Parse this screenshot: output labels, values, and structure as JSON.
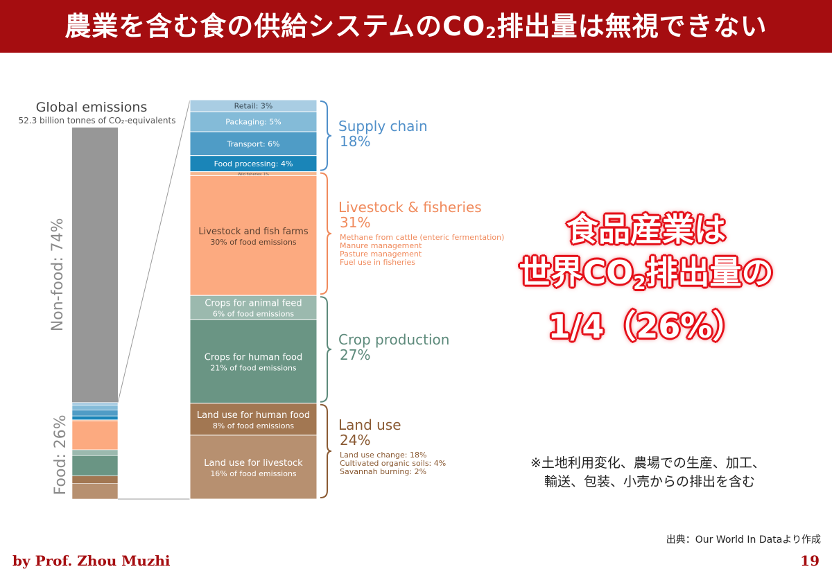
{
  "slide": {
    "title_pre": "農業を含む食の供給システムのCO",
    "title_sub": "2",
    "title_post": "排出量は無視できない",
    "callout_line1": "食品産業は",
    "callout_line2_pre": "世界CO",
    "callout_line2_sub": "2",
    "callout_line2_post": "排出量の",
    "callout_line3": "1/4（26%）",
    "note_line1": "※土地利用変化、農場での生産、加工、",
    "note_line2": "輸送、包装、小売からの排出を含む",
    "source": "出典：Our World In Dataより作成",
    "byline": "by Prof. Zhou Muzhi",
    "page_number": "19"
  },
  "chart_data": {
    "type": "bar",
    "title": "Global emissions",
    "subtitle": "52.3 billion tonnes of CO₂-equivalents",
    "left_bar": {
      "nonfood_label": "Non-food: 74%",
      "food_label": "Food: 26%",
      "nonfood_percent": 74,
      "food_percent": 26,
      "nonfood_color": "#979797"
    },
    "segments": [
      {
        "label": "Retail: 3%",
        "percent": 3,
        "color": "#a9cde3"
      },
      {
        "label": "Packaging: 5%",
        "percent": 5,
        "color": "#84bbd8"
      },
      {
        "label": "Transport: 6%",
        "percent": 6,
        "color": "#4f9cc6"
      },
      {
        "label": "Food processing: 4%",
        "percent": 4,
        "color": "#1a85b8"
      },
      {
        "label": "Wild fisheries: 1%",
        "percent": 1,
        "color": "#f5b890"
      },
      {
        "label": "Livestock and fish farms",
        "sublabel": "30% of food emissions",
        "percent": 30,
        "color": "#fcaa80"
      },
      {
        "label": "Crops for animal feed",
        "sublabel": "6% of food emissions",
        "percent": 6,
        "color": "#9bb9ae"
      },
      {
        "label": "Crops for human food",
        "sublabel": "21% of food emissions",
        "percent": 21,
        "color": "#6a9584"
      },
      {
        "label": "Land use for human food",
        "sublabel": "8% of food emissions",
        "percent": 8,
        "color": "#a27752"
      },
      {
        "label": "Land use for livestock",
        "sublabel": "16% of food emissions",
        "percent": 16,
        "color": "#b79070"
      }
    ],
    "groups": [
      {
        "name": "Supply chain",
        "percent_label": "18%",
        "color": "#4f8fc9",
        "details": []
      },
      {
        "name": "Livestock & fisheries",
        "percent_label": "31%",
        "color": "#f08a5c",
        "details": [
          "Methane from cattle (enteric fermentation)",
          "Manure management",
          "Pasture management",
          "Fuel use in fisheries"
        ]
      },
      {
        "name": "Crop production",
        "percent_label": "27%",
        "color": "#5d8a7b",
        "details": []
      },
      {
        "name": "Land use",
        "percent_label": "24%",
        "color": "#8a5a33",
        "details": [
          "Land use change: 18%",
          "Cultivated organic soils: 4%",
          "Savannah burning: 2%"
        ]
      }
    ]
  }
}
